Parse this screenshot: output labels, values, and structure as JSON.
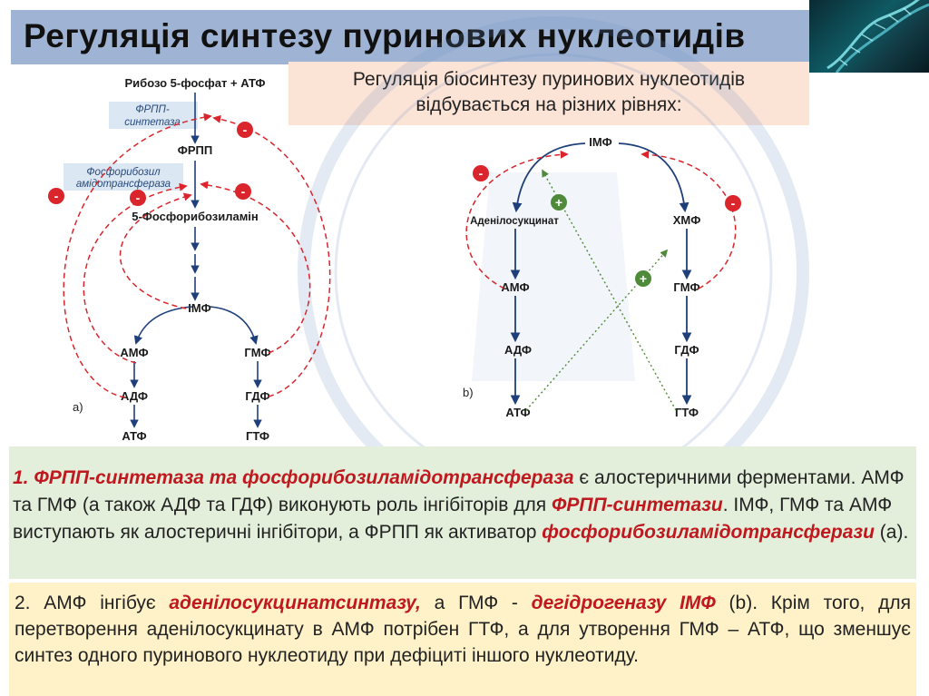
{
  "header": {
    "title": "Регуляція синтезу пуринових нуклеотидів"
  },
  "info_box": {
    "line1": "Регуляція біосинтезу пуринових нуклеотидів",
    "line2": "відбувається на різних рівнях:"
  },
  "diagram_a": {
    "panel_label": "а)",
    "start": "Рибозо 5-фосфат + АТФ",
    "enzyme1_line1": "ФРПП-",
    "enzyme1_line2": "синтетаза",
    "frpp": "ФРПП",
    "enzyme2_line1": "Фосфорибозил",
    "enzyme2_line2": "амідотрансфераза",
    "prpa": "5-Фосфорибозиламін",
    "imf": "ІМФ",
    "amf": "АМФ",
    "gmf": "ГМФ",
    "adf": "АДФ",
    "gdf": "ГДФ",
    "atf": "АТФ",
    "gtf": "ГТФ",
    "minus": "-"
  },
  "diagram_b": {
    "panel_label": "b)",
    "imf": "ІМФ",
    "adenylosuccinate": "Аденілосукцинат",
    "xmf": "ХМФ",
    "amf": "АМФ",
    "gmf": "ГМФ",
    "adf": "АДФ",
    "gdf": "ГДФ",
    "atf": "АТФ",
    "gtf": "ГТФ",
    "minus": "-",
    "plus": "+"
  },
  "paragraph1": {
    "p1": "1. ",
    "e1": "ФРПП-синтетаза та фосфорибозиламідотрансфераза",
    "t1": " є алостеричними ферментами. АМФ та ГМФ (а також АДФ та ГДФ)  виконують роль інгібіторів для ",
    "e2": "ФРПП-синтетази",
    "t2": ". ІМФ, ГМФ та АМФ виступають як алостеричні інгібітори, а ФРПП як активатор  ",
    "e3": "фосфорибозиламідотрансферази",
    "t3": " (а)."
  },
  "paragraph2": {
    "t1": "2. АМФ інгібує ",
    "e1": "аденілосукцинатсинтазу,",
    "t2": " а ГМФ - ",
    "e2": "дегідрогеназу ІМФ",
    "t3": " (b). Крім того, для перетворення аденілосукцинату в АМФ потрібен ГТФ, а для утворення ГМФ – АТФ, що зменшує синтез одного пуринового нуклеотиду при дефіциті іншого нуклеотиду."
  },
  "colors": {
    "header_bg": "#9fb4d4",
    "info_bg": "#fbe3d6",
    "green_bg": "#e3efda",
    "yellow_bg": "#fff2c8",
    "emphasis": "#c0181f",
    "inhibit": "#d9252b",
    "activate": "#4f8a3a",
    "arrow": "#1f3f7a"
  }
}
